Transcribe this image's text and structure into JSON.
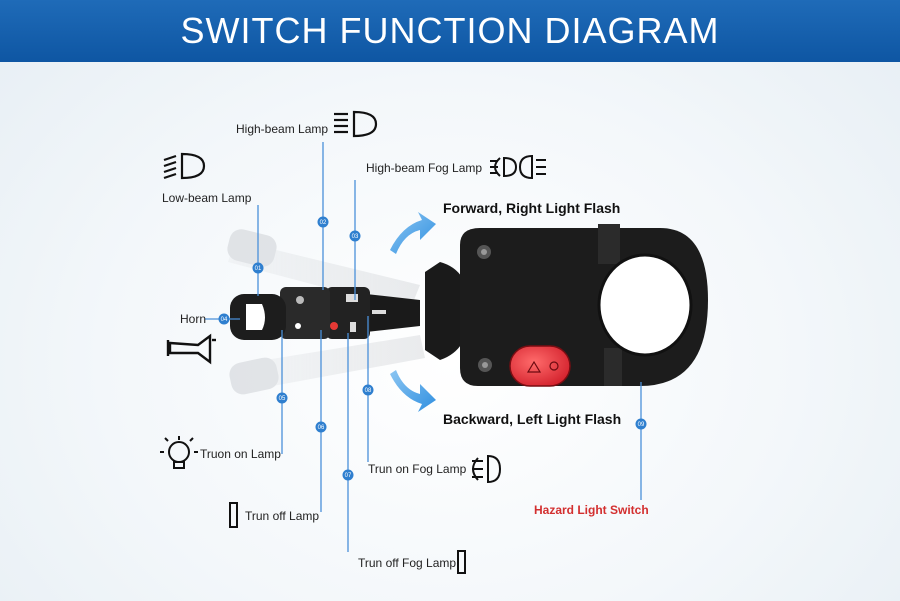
{
  "title": "SWITCH FUNCTION DIAGRAM",
  "labels": {
    "high_beam": "High-beam Lamp",
    "high_beam_fog": "High-beam Fog Lamp",
    "low_beam": "Low-beam Lamp",
    "forward": "Forward, Right Light Flash",
    "horn": "Horn",
    "backward": "Backward, Left Light Flash",
    "turn_on_lamp": "Truon on  Lamp",
    "turn_on_fog": "Trun on Fog Lamp",
    "hazard": "Hazard Light Switch",
    "turn_off_lamp": "Trun off  Lamp",
    "turn_off_fog": "Trun off Fog Lamp"
  },
  "markers": [
    "01",
    "02",
    "03",
    "04",
    "05",
    "06",
    "07",
    "08",
    "09"
  ],
  "colors": {
    "banner": "#0e56a3",
    "accent_blue": "#2f8fe0",
    "hazard_red": "#d32f2f",
    "leader": "#4a90d9",
    "housing": "#1c1c1c"
  },
  "icons": [
    "high-beam-icon",
    "high-beam-fog-icon",
    "low-beam-icon",
    "horn-icon",
    "turn-on-lamp-icon",
    "turn-off-lamp-icon",
    "turn-on-fog-icon",
    "turn-off-fog-icon",
    "forward-arrow-icon",
    "backward-arrow-icon"
  ]
}
